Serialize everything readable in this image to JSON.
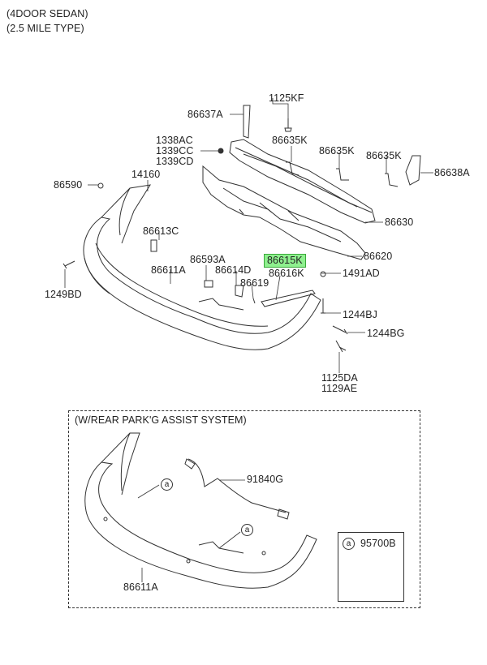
{
  "header": {
    "line1": "(4DOOR SEDAN)",
    "line2": "(2.5 MILE TYPE)"
  },
  "parts": {
    "p86637A": "86637A",
    "p1125KF": "1125KF",
    "p1338AC": "1338AC",
    "p1339CC": "1339CC",
    "p1339CD": "1339CD",
    "p86635K_a": "86635K",
    "p86635K_b": "86635K",
    "p86635K_c": "86635K",
    "p86638A": "86638A",
    "p14160": "14160",
    "p86590": "86590",
    "p86630": "86630",
    "p86613C": "86613C",
    "p86620": "86620",
    "p86593A": "86593A",
    "p86615K": "86615K",
    "p86611A": "86611A",
    "p86614D": "86614D",
    "p86616K": "86616K",
    "p1491AD": "1491AD",
    "p86619": "86619",
    "p1249BD": "1249BD",
    "p1244BJ": "1244BJ",
    "p1244BG": "1244BG",
    "p1125DA": "1125DA",
    "p1129AE": "1129AE"
  },
  "inset": {
    "title": "(W/REAR PARK'G ASSIST SYSTEM)",
    "p91840G": "91840G",
    "p86611A": "86611A",
    "callout_a": "a",
    "legend_letter": "a",
    "legend_part": "95700B"
  },
  "colors": {
    "highlight": "#8ef08e",
    "highlight_border": "#3aa83a",
    "line": "#333333"
  }
}
